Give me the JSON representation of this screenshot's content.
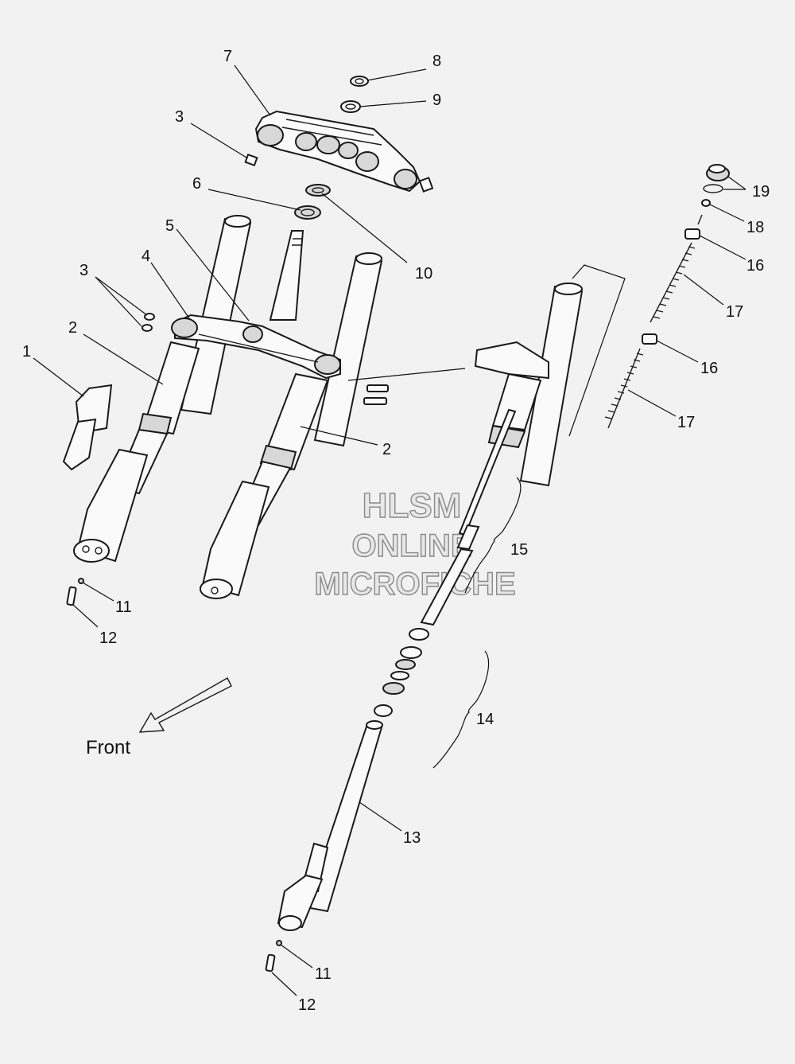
{
  "diagram": {
    "callouts": [
      {
        "id": "c1",
        "text": "1"
      },
      {
        "id": "c2a",
        "text": "2"
      },
      {
        "id": "c2b",
        "text": "2"
      },
      {
        "id": "c3a",
        "text": "3"
      },
      {
        "id": "c3b",
        "text": "3"
      },
      {
        "id": "c4",
        "text": "4"
      },
      {
        "id": "c5",
        "text": "5"
      },
      {
        "id": "c6",
        "text": "6"
      },
      {
        "id": "c7",
        "text": "7"
      },
      {
        "id": "c8",
        "text": "8"
      },
      {
        "id": "c9",
        "text": "9"
      },
      {
        "id": "c10",
        "text": "10"
      },
      {
        "id": "c11a",
        "text": "11"
      },
      {
        "id": "c11b",
        "text": "11"
      },
      {
        "id": "c12a",
        "text": "12"
      },
      {
        "id": "c12b",
        "text": "12"
      },
      {
        "id": "c13",
        "text": "13"
      },
      {
        "id": "c14",
        "text": "14"
      },
      {
        "id": "c15",
        "text": "15"
      },
      {
        "id": "c16a",
        "text": "16"
      },
      {
        "id": "c16b",
        "text": "16"
      },
      {
        "id": "c17a",
        "text": "17"
      },
      {
        "id": "c17b",
        "text": "17"
      },
      {
        "id": "c18",
        "text": "18"
      },
      {
        "id": "c19",
        "text": "19"
      }
    ],
    "front_label": "Front",
    "watermark": [
      "HLSM",
      "ONLINE",
      "MICROFICHE"
    ]
  }
}
